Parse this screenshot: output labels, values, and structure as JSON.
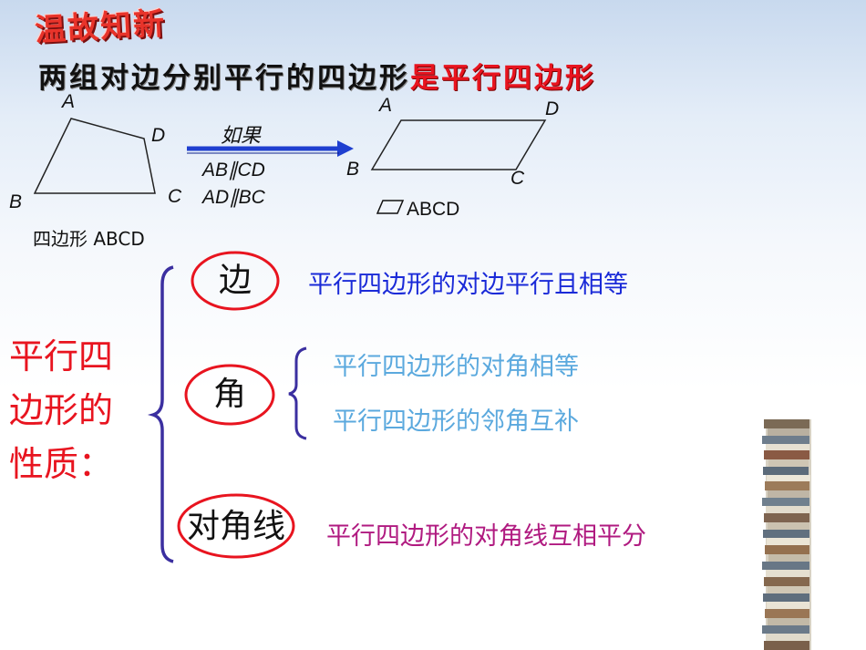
{
  "header": {
    "tag": "温故知新",
    "headline_black": "两组对边分别平行的四边形",
    "headline_red": "是平行四边形"
  },
  "diagram": {
    "quad_labels": {
      "a": "A",
      "b": "B",
      "c": "C",
      "d": "D"
    },
    "quad_caption": "四边形 ABCD",
    "if_label": "如果",
    "cond_1": "AB∥CD",
    "cond_2": "AD∥BC",
    "para_labels": {
      "a": "A",
      "b": "B",
      "c": "C",
      "d": "D"
    },
    "para_caption": "ABCD"
  },
  "properties": {
    "title_lines": [
      "平行四",
      "边形的",
      "性质："
    ],
    "side_key": "边",
    "side_text": "平行四边形的对边平行且相等",
    "angle_key": "角",
    "angle_text_1": "平行四边形的对角相等",
    "angle_text_2": "平行四边形的邻角互补",
    "diag_key": "对角线",
    "diag_text": "平行四边形的对角线互相平分"
  },
  "colors": {
    "red": "#e8141f",
    "blue": "#1a2ad8",
    "light_blue": "#5ba9de",
    "magenta": "#b01a80"
  },
  "icons": [
    "arrow-right-icon",
    "parallelogram-symbol-icon",
    "book-stack-icon"
  ]
}
